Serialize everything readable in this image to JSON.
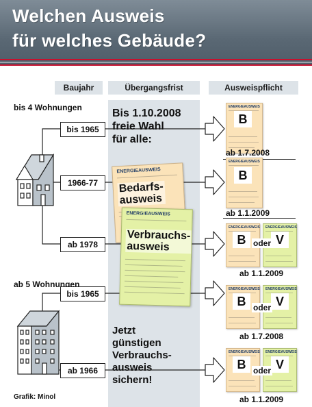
{
  "title": {
    "line1": "Welchen Ausweis",
    "line2": "für welches Gebäude?"
  },
  "columns": {
    "baujahr": "Baujahr",
    "frist": "Übergangsfrist",
    "pflicht": "Ausweispflicht"
  },
  "groups": {
    "small": {
      "label": "bis 4 Wohnungen",
      "years": [
        "bis 1965",
        "1966-77",
        "ab 1978"
      ],
      "dates": [
        "ab 1.7.2008",
        "ab 1.1.2009",
        "ab 1.1.2009"
      ]
    },
    "large": {
      "label": "ab 5 Wohnungen",
      "years": [
        "bis 1965",
        "ab 1966"
      ],
      "dates": [
        "ab 1.7.2008",
        "ab 1.1.2009"
      ]
    }
  },
  "panel": {
    "top": [
      "Bis 1.10.2008",
      "freie Wahl",
      "für alle:"
    ],
    "doc_header": "ENERGIEAUSWEIS",
    "doc_a": [
      "Bedarfs-",
      "ausweis"
    ],
    "doc_b": [
      "Verbrauchs-",
      "ausweis"
    ],
    "bottom": [
      "Jetzt",
      "günstigen",
      "Verbrauchs-",
      "ausweis",
      "sichern!"
    ]
  },
  "letters": {
    "b": "B",
    "v": "V",
    "oder": "oder"
  },
  "credit": "Grafik: Minol",
  "colors": {
    "header": "#5a6874",
    "red_rule": "#c8102e",
    "panel": "#dde3e8",
    "orange_doc": "#fbe3b9",
    "green_doc": "#e4f1a6"
  },
  "icons": [
    "house-icon",
    "apartment-building-icon",
    "arrow-right-icon",
    "energy-certificate-icon"
  ]
}
